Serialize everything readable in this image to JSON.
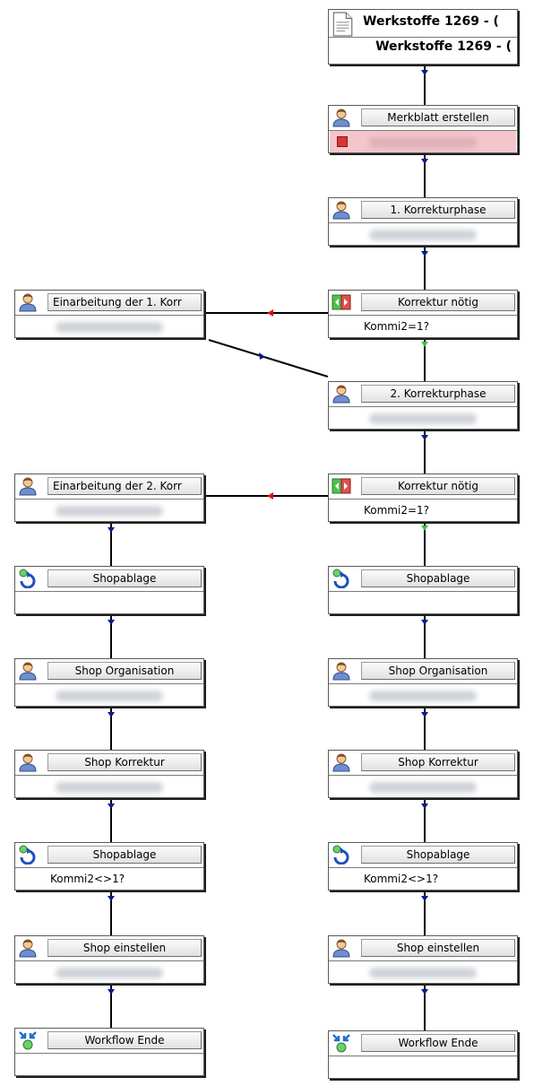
{
  "colors": {
    "edge": "#000000",
    "arrow_blue": "#0a1a8c",
    "arrow_red": "#e01010",
    "arrow_green": "#40c040",
    "error_row": "#f3c6cb"
  },
  "start": {
    "title": "Werkstoffe 1269 - (",
    "subtitle": "Werkstoffe 1269 - (",
    "icon": "document-icon"
  },
  "center": [
    {
      "label": "Merkblatt erstellen",
      "icon": "user-icon",
      "status": "error"
    },
    {
      "label": "1. Korrekturphase",
      "icon": "user-icon"
    },
    {
      "label": "Korrektur nötig",
      "icon": "decision-icon",
      "condition": "Kommi2=1?"
    },
    {
      "label": "2. Korrekturphase",
      "icon": "user-icon"
    },
    {
      "label": "Korrektur nötig",
      "icon": "decision-icon",
      "condition": "Kommi2=1?"
    }
  ],
  "left": [
    {
      "label": "Einarbeitung der 1. Korr",
      "icon": "user-icon"
    },
    {
      "label": "Einarbeitung der 2. Korr",
      "icon": "user-icon"
    },
    {
      "label": "Shopablage",
      "icon": "loop-icon"
    },
    {
      "label": "Shop Organisation",
      "icon": "user-icon"
    },
    {
      "label": "Shop Korrektur",
      "icon": "user-icon"
    },
    {
      "label": "Shopablage",
      "icon": "loop-icon",
      "condition": "Kommi2<>1?"
    },
    {
      "label": "Shop einstellen",
      "icon": "user-icon"
    },
    {
      "label": "Workflow Ende",
      "icon": "end-icon"
    }
  ],
  "right": [
    {
      "label": "Shopablage",
      "icon": "loop-icon"
    },
    {
      "label": "Shop Organisation",
      "icon": "user-icon"
    },
    {
      "label": "Shop Korrektur",
      "icon": "user-icon"
    },
    {
      "label": "Shopablage",
      "icon": "loop-icon",
      "condition": "Kommi2<>1?"
    },
    {
      "label": "Shop einstellen",
      "icon": "user-icon"
    },
    {
      "label": "Workflow Ende",
      "icon": "end-icon"
    }
  ]
}
